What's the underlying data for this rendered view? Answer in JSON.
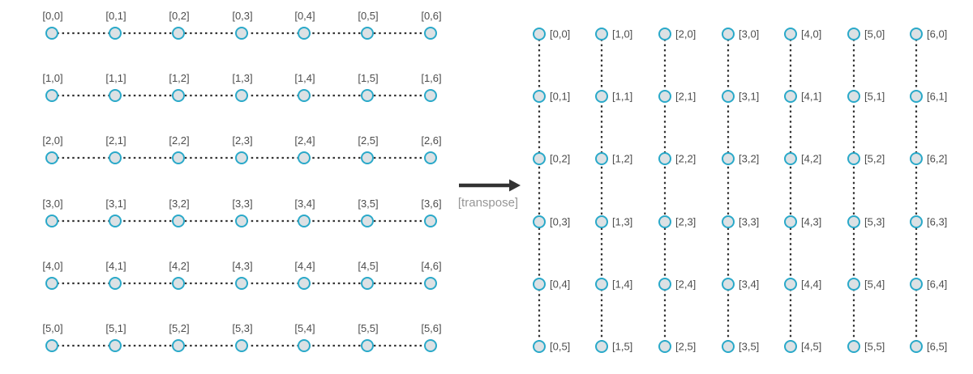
{
  "figure": {
    "title": "matrix-transpose-diagram",
    "arrow_label": "[transpose]",
    "colors": {
      "node_stroke": "#2aa9c9",
      "node_fill": "#dce1e4",
      "connector": "#333333",
      "label": "#4d4d4d",
      "arrow": "#333333",
      "arrow_label": "#969696"
    },
    "left_grid": {
      "label_position": "above",
      "rows": [
        [
          "[0,0]",
          "[0,1]",
          "[0,2]",
          "[0,3]",
          "[0,4]",
          "[0,5]",
          "[0,6]"
        ],
        [
          "[1,0]",
          "[1,1]",
          "[1,2]",
          "[1,3]",
          "[1,4]",
          "[1,5]",
          "[1,6]"
        ],
        [
          "[2,0]",
          "[2,1]",
          "[2,2]",
          "[2,3]",
          "[2,4]",
          "[2,5]",
          "[2,6]"
        ],
        [
          "[3,0]",
          "[3,1]",
          "[3,2]",
          "[3,3]",
          "[3,4]",
          "[3,5]",
          "[3,6]"
        ],
        [
          "[4,0]",
          "[4,1]",
          "[4,2]",
          "[4,3]",
          "[4,4]",
          "[4,5]",
          "[4,6]"
        ],
        [
          "[5,0]",
          "[5,1]",
          "[5,2]",
          "[5,3]",
          "[5,4]",
          "[5,5]",
          "[5,6]"
        ]
      ]
    },
    "right_grid": {
      "label_position": "right",
      "columns": [
        [
          "[0,0]",
          "[0,1]",
          "[0,2]",
          "[0,3]",
          "[0,4]",
          "[0,5]"
        ],
        [
          "[1,0]",
          "[1,1]",
          "[1,2]",
          "[1,3]",
          "[1,4]",
          "[1,5]"
        ],
        [
          "[2,0]",
          "[2,1]",
          "[2,2]",
          "[2,3]",
          "[2,4]",
          "[2,5]"
        ],
        [
          "[3,0]",
          "[3,1]",
          "[3,2]",
          "[3,3]",
          "[3,4]",
          "[3,5]"
        ],
        [
          "[4,0]",
          "[4,1]",
          "[4,2]",
          "[4,3]",
          "[4,4]",
          "[4,5]"
        ],
        [
          "[5,0]",
          "[5,1]",
          "[5,2]",
          "[5,3]",
          "[5,4]",
          "[5,5]"
        ],
        [
          "[6,0]",
          "[6,1]",
          "[6,2]",
          "[6,3]",
          "[6,4]",
          "[6,5]"
        ]
      ]
    }
  }
}
